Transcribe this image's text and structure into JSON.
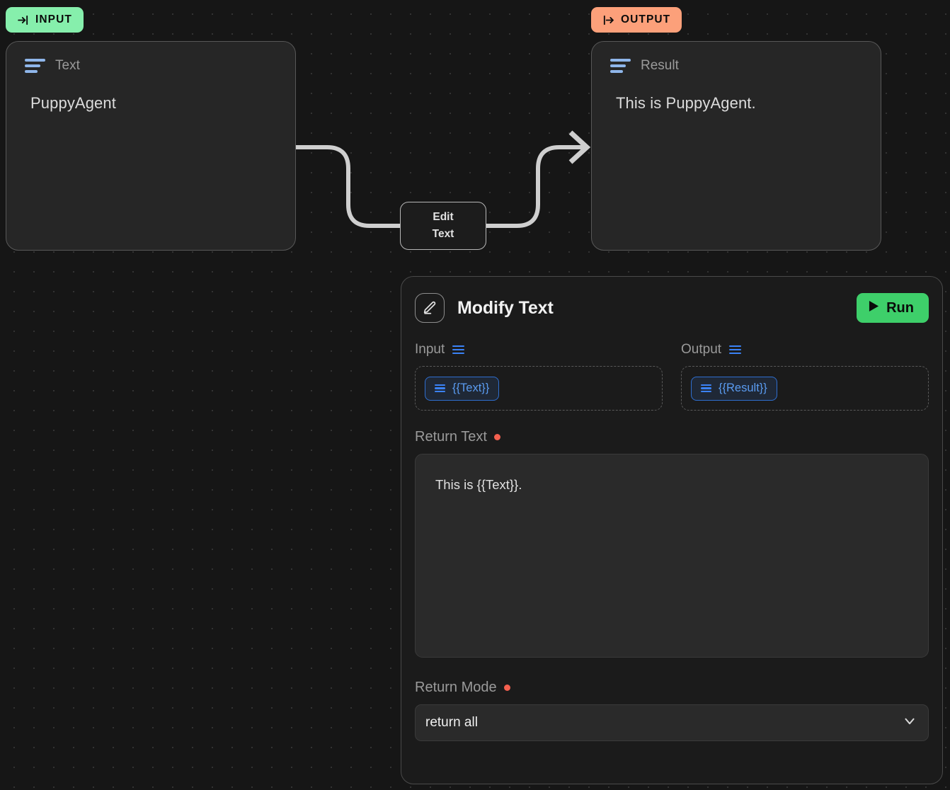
{
  "canvas": {
    "input_badge": {
      "label": "INPUT",
      "icon": "arrow-into-bar-icon",
      "color": "#86efac"
    },
    "output_badge": {
      "label": "OUTPUT",
      "icon": "bar-out-arrow-icon",
      "color": "#fca07a"
    },
    "input_card": {
      "title": "Text",
      "value": "PuppyAgent",
      "icon": "text-lines-icon"
    },
    "output_card": {
      "title": "Result",
      "value": "This is PuppyAgent.",
      "icon": "text-lines-icon"
    },
    "flow_node": {
      "line1": "Edit",
      "line2": "Text"
    }
  },
  "panel": {
    "title": "Modify Text",
    "icon": "pencil-edit-icon",
    "run_label": "Run",
    "run_color": "#3ecf6a",
    "io": {
      "input": {
        "label": "Input",
        "icon": "text-lines-icon",
        "chips": [
          {
            "label": "{{Text}}",
            "icon": "text-lines-icon"
          }
        ]
      },
      "output": {
        "label": "Output",
        "icon": "text-lines-icon",
        "chips": [
          {
            "label": "{{Result}}",
            "icon": "text-lines-icon"
          }
        ]
      }
    },
    "return_text": {
      "label": "Return Text",
      "required": true,
      "required_color": "#f4604f",
      "value": "This is {{Text}}.",
      "placeholder": ""
    },
    "return_mode": {
      "label": "Return Mode",
      "required": true,
      "required_color": "#f4604f",
      "value": "return all",
      "chevron": "chevron-down-icon"
    }
  }
}
